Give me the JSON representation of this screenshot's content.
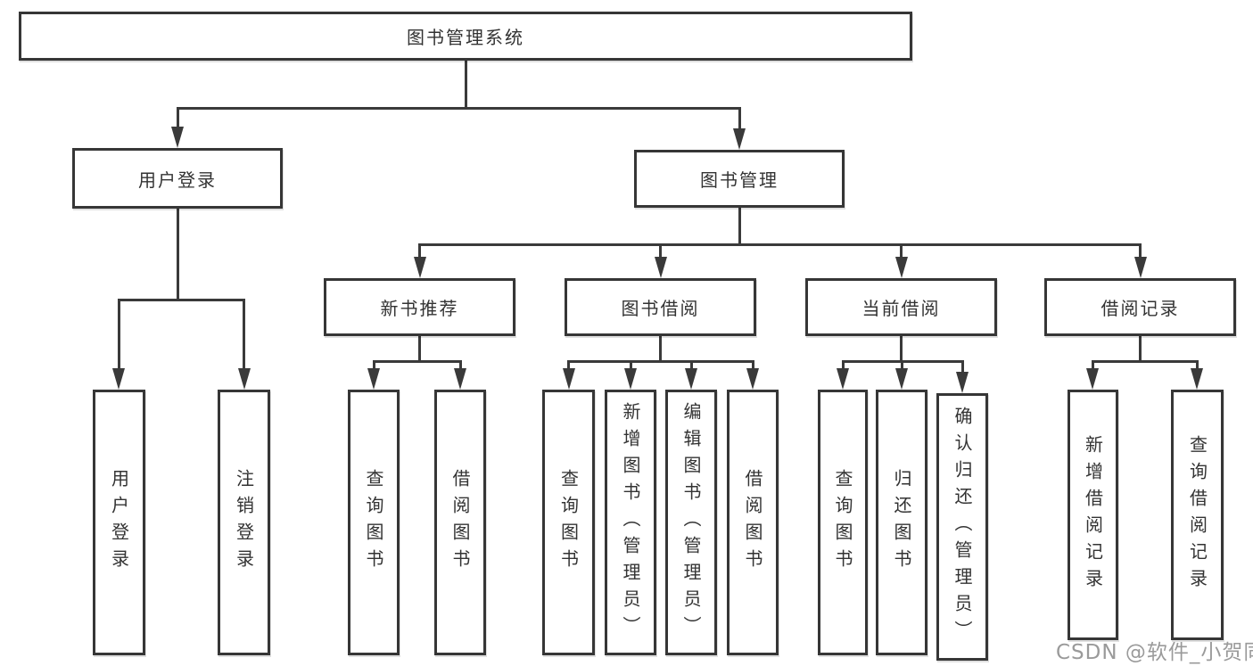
{
  "diagram": {
    "root": "图书管理系统",
    "level2": [
      "用户登录",
      "图书管理"
    ],
    "level3": [
      "新书推荐",
      "图书借阅",
      "当前借阅",
      "借阅记录"
    ],
    "leaves_user_login": [
      "用户登录",
      "注销登录"
    ],
    "leaves_new_books": [
      "查询图书",
      "借阅图书"
    ],
    "leaves_book_borrow": [
      "查询图书",
      "新增图书（管理员）",
      "编辑图书（管理员）",
      "借阅图书"
    ],
    "leaves_current_borrow": [
      "查询图书",
      "归还图书",
      "确认归还（管理员）"
    ],
    "leaves_borrow_records": [
      "新增借阅记录",
      "查询借阅记录"
    ]
  },
  "watermark": "CSDN @软件_小贺同学",
  "colors": {
    "line": "#3a3a3a",
    "box_border": "#363636",
    "text": "#333333",
    "watermark": "#9a9a9a",
    "background": "#ffffff"
  }
}
